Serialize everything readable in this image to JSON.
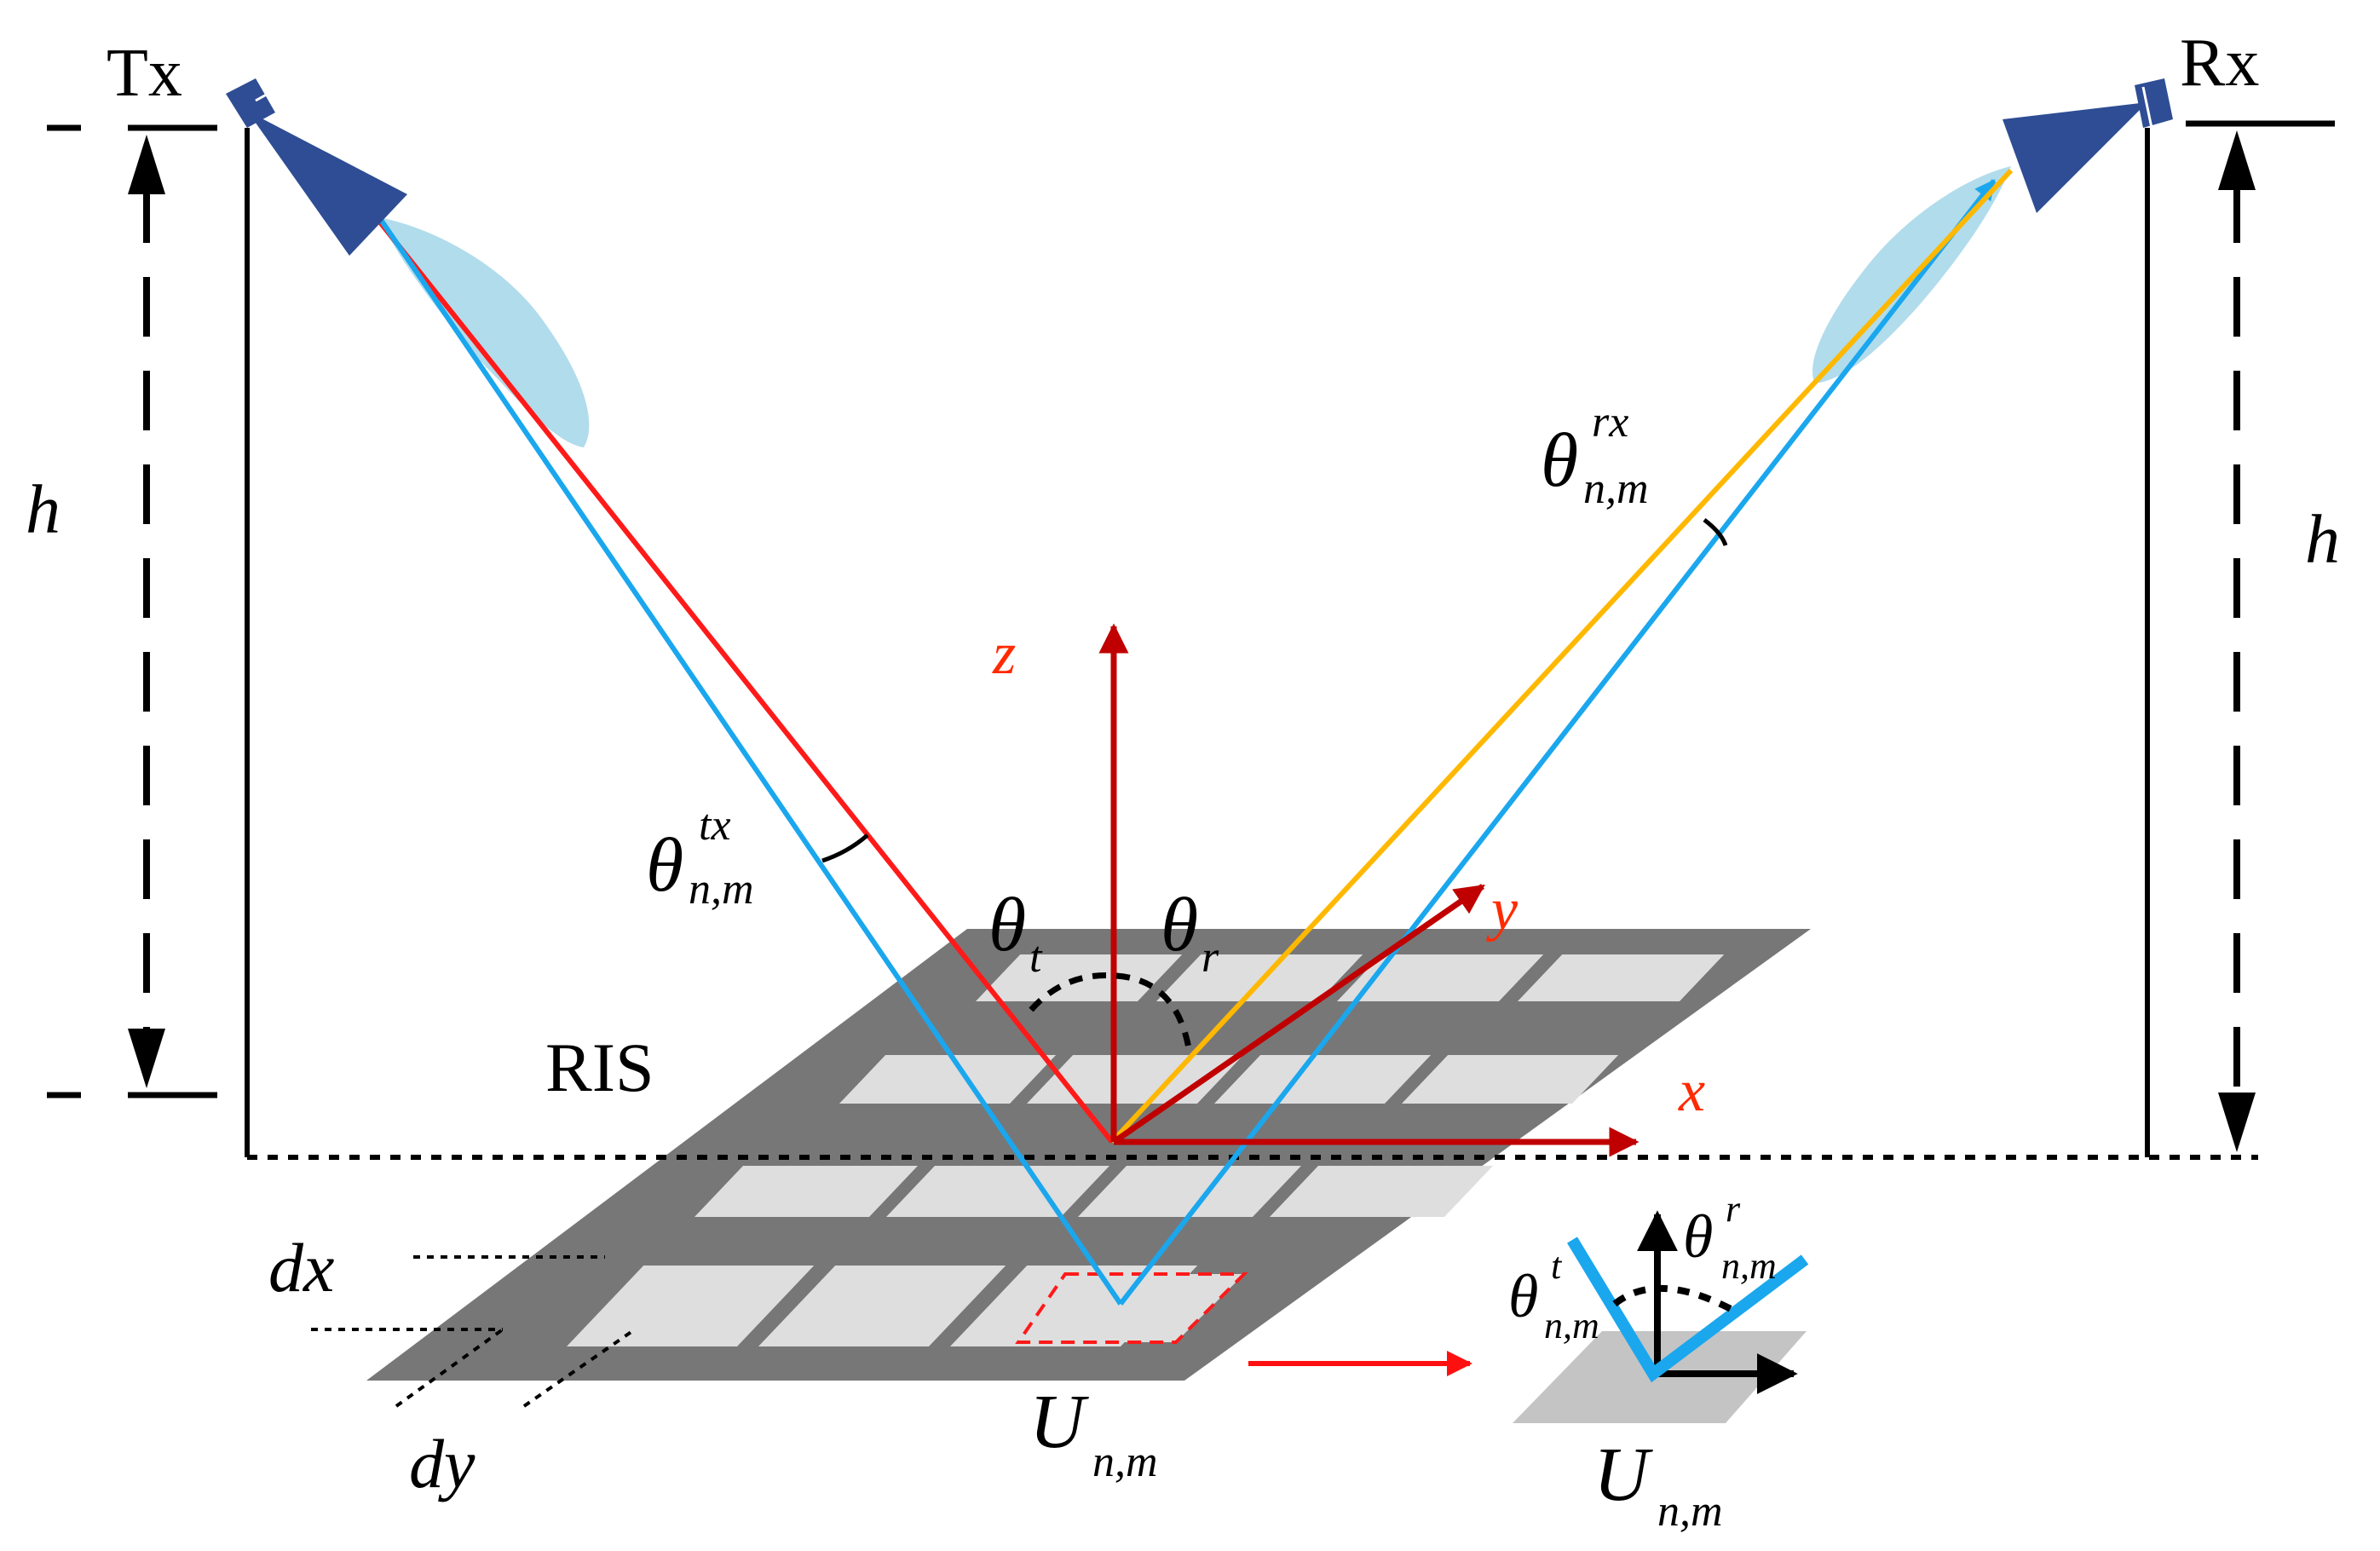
{
  "labels": {
    "tx": "Tx",
    "rx": "Rx",
    "h_left": "h",
    "h_right": "h",
    "ris": "RIS",
    "z_axis": "z",
    "y_axis": "y",
    "x_axis": "x",
    "theta_tx_sym": "θ",
    "theta_tx_sup": "tx",
    "theta_tx_sub": "n,m",
    "theta_rx_sym": "θ",
    "theta_rx_sup": "rx",
    "theta_rx_sub": "n,m",
    "theta_t_sym": "θ",
    "theta_t_sub": "t",
    "theta_r_sym": "θ",
    "theta_r_sub": "r",
    "dx": "dx",
    "dy": "dy",
    "unm_main_sym": "U",
    "unm_main_sub": "n,m",
    "inset_theta_t_sym": "θ",
    "inset_theta_t_sup": "t",
    "inset_theta_t_sub": "n,m",
    "inset_theta_r_sym": "θ",
    "inset_theta_r_sup": "r",
    "inset_theta_r_sub": "n,m",
    "unm_inset_sym": "U",
    "unm_inset_sub": "n,m"
  },
  "colors": {
    "incident_beam": "#ff1a1a",
    "reflected_beam": "#ffb800",
    "path_beam": "#1aa7ee",
    "axis": "#c00000",
    "axis_label": "#ff2a00",
    "antenna": "#2e4d94",
    "ris_frame": "#777777",
    "ris_cell": "#dedede",
    "lobe": "#a8d8ea"
  },
  "icons": {
    "tx": "horn-antenna-icon",
    "rx": "horn-antenna-icon"
  }
}
